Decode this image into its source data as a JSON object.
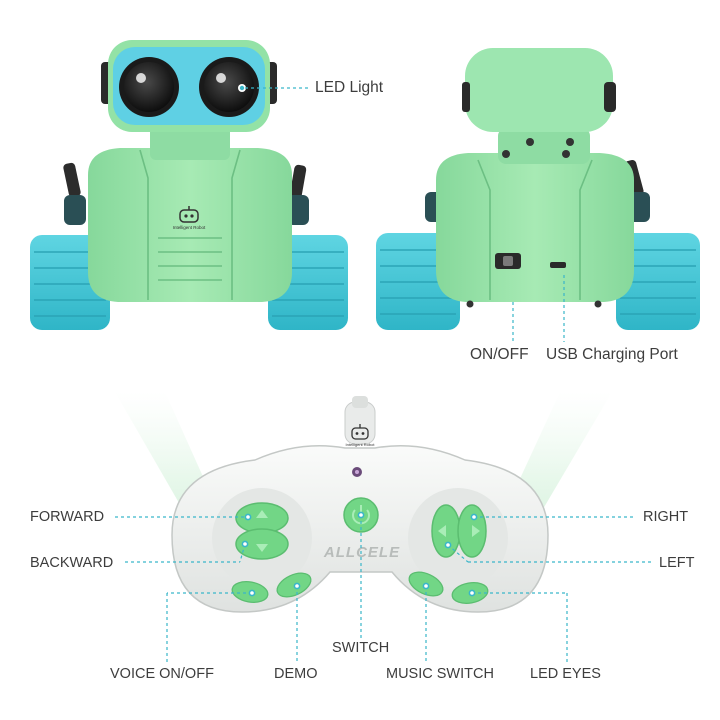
{
  "product": {
    "brand": "ALLCELE",
    "head_badge_text": "Intelligent Robot",
    "remote_badge_text": "Intelligent Robot"
  },
  "labels": {
    "led_light": "LED Light",
    "on_off": "ON/OFF",
    "usb_port": "USB Charging Port",
    "forward": "FORWARD",
    "backward": "BACKWARD",
    "right": "RIGHT",
    "left": "LEFT",
    "voice": "VOICE ON/OFF",
    "demo": "DEMO",
    "switch": "SWITCH",
    "music_switch": "MUSIC SWITCH",
    "led_eyes": "LED EYES"
  },
  "colors": {
    "robot_body": "#9fe6ad",
    "robot_body_shade": "#7fd196",
    "track": "#42c7d6",
    "track_dark": "#2aa9bb",
    "face_plate": "#5fd0e4",
    "remote_shell": "#eef0ef",
    "remote_button": "#72d686",
    "leader_line": "#3ab6c9",
    "label_text": "#3d3d3d"
  }
}
